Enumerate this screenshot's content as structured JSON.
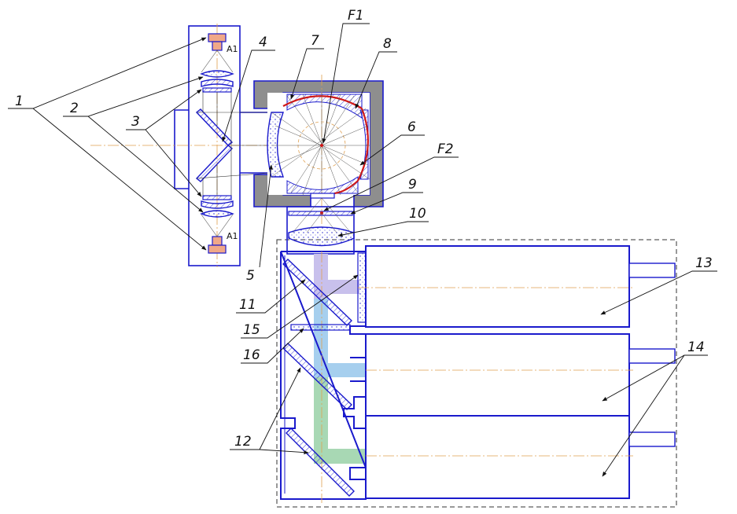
{
  "colors": {
    "outline": "#1a1acc",
    "housing": "#8e8e8e",
    "mirror_red": "#d01818",
    "axis": "#e0a050",
    "lamp": "#f0a888",
    "beam_violet": "#c8c0ec",
    "beam_blue": "#a6cfee",
    "beam_green": "#a8d8b4",
    "leader": "#111111"
  },
  "lamp_label": "A1",
  "labels": {
    "n1": "1",
    "n2": "2",
    "n3": "3",
    "n4": "4",
    "n5": "5",
    "n6": "6",
    "n7": "7",
    "n8": "8",
    "n9": "9",
    "n10": "10",
    "n11": "11",
    "n12": "12",
    "n13": "13",
    "n14": "14",
    "n15": "15",
    "n16": "16",
    "f1": "F1",
    "f2": "F2"
  }
}
